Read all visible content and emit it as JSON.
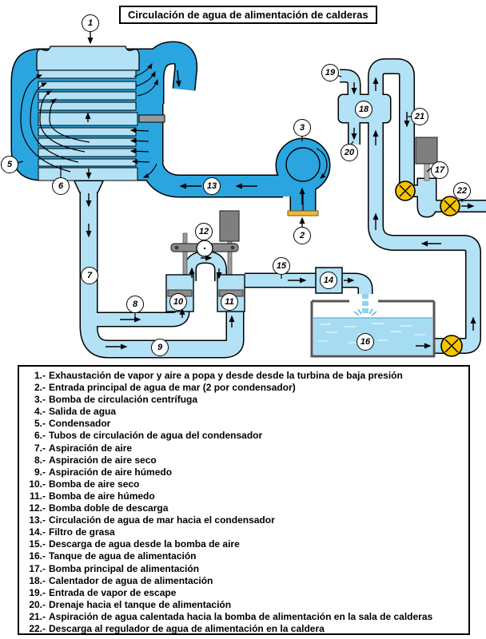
{
  "title": "Circulación de agua de alimentación de calderas",
  "legend": {
    "items": [
      {
        "num": "1.-",
        "text": "Exhaustación de vapor y aire a popa y desde desde la turbina  de baja presión"
      },
      {
        "num": "2.-",
        "text": "Entrada principal de agua de mar (2 por condensador)"
      },
      {
        "num": "3.-",
        "text": "Bomba de circulación centrífuga"
      },
      {
        "num": "4.-",
        "text": "Salida de agua"
      },
      {
        "num": "5.-",
        "text": "Condensador"
      },
      {
        "num": "6.-",
        "text": "Tubos de circulación de agua del condensador"
      },
      {
        "num": "7.-",
        "text": "Aspiración de aire"
      },
      {
        "num": "8.-",
        "text": "Aspiración de aire seco"
      },
      {
        "num": "9.-",
        "text": "Aspiración de aire húmedo"
      },
      {
        "num": "10.-",
        "text": "Bomba de aire seco"
      },
      {
        "num": "11.-",
        "text": "Bomba de aire húmedo"
      },
      {
        "num": "12.-",
        "text": "Bomba doble  de descarga"
      },
      {
        "num": "13.-",
        "text": "Circulación de agua de mar hacia el condensador"
      },
      {
        "num": "14.-",
        "text": "Filtro de grasa"
      },
      {
        "num": "15.-",
        "text": "Descarga de agua desde la bomba de aire"
      },
      {
        "num": "16.-",
        "text": "Tanque de agua de alimentación"
      },
      {
        "num": "17.-",
        "text": "Bomba principal de alimentación"
      },
      {
        "num": "18.-",
        "text": "Calentador de agua de alimentación"
      },
      {
        "num": "19.-",
        "text": "Entrada de vapor de escape"
      },
      {
        "num": "20.-",
        "text": "Drenaje hacia el tanque de alimentación"
      },
      {
        "num": "21.-",
        "text": "Aspiración de agua calentada hacia la bomba de alimentación en la sala de calderas"
      },
      {
        "num": "22.-",
        "text": "Descarga al regulador de agua de alimentación en la caldera"
      }
    ]
  },
  "callouts": {
    "c1": "1",
    "c2": "2",
    "c3": "3",
    "c5": "5",
    "c6": "6",
    "c7": "7",
    "c8": "8",
    "c9": "9",
    "c10": "10",
    "c11": "11",
    "c12": "12",
    "c13": "13",
    "c14": "14",
    "c15": "15",
    "c16": "16",
    "c17": "17",
    "c18": "18",
    "c19": "19",
    "c20": "20",
    "c21": "21",
    "c22": "22"
  },
  "colors": {
    "pipe_dark": "#2aa5e0",
    "pipe_light": "#b3e1f5",
    "water": "#a5dcf2",
    "valve_yellow": "#f5c400",
    "machinery_gray": "#7f7f7f"
  }
}
